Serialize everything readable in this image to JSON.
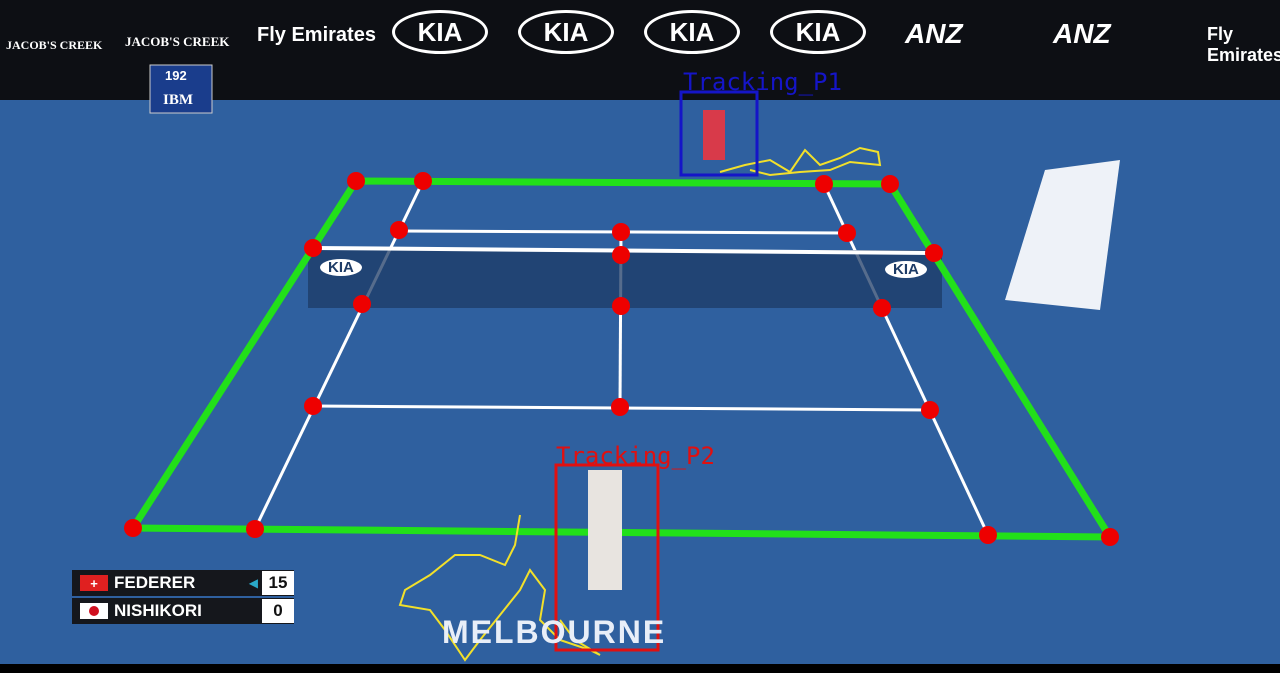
{
  "ads": [
    "JACOB'S CREEK",
    "JACOB'S CREEK",
    "Fly Emirates",
    "KIA",
    "KIA",
    "KIA",
    "KIA",
    "ANZ",
    "ANZ",
    "Fly Emirates"
  ],
  "speed_board": {
    "value": "192",
    "brand": "IBM"
  },
  "court_logo": "MELBOURNE",
  "net_logos": [
    "KIA",
    "KIA"
  ],
  "tracking": {
    "p1_label": "Tracking_P1",
    "p2_label": "Tracking_P2"
  },
  "scoreboard": {
    "players": [
      {
        "name": "FEDERER",
        "points": "15",
        "serving": true
      },
      {
        "name": "NISHIKORI",
        "points": "0",
        "serving": false
      }
    ]
  },
  "colors": {
    "court": "#2e5f9e",
    "court_outline": "#22e01a",
    "keypoint": "#ee0000",
    "p1_box": "#1515c8",
    "p2_box": "#e01010",
    "trajectory": "#f2e02a"
  }
}
